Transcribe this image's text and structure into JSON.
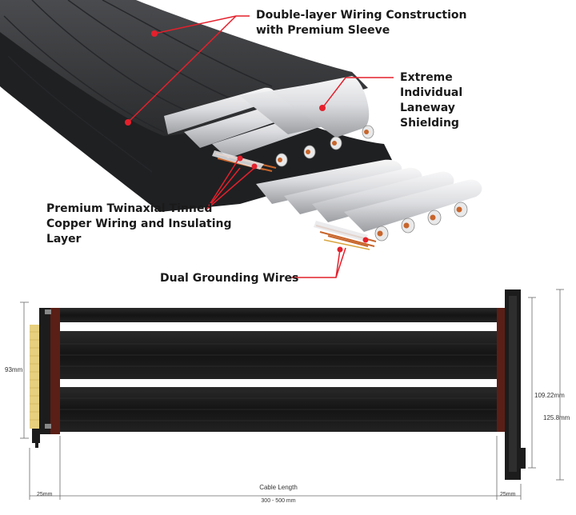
{
  "callouts": {
    "double_layer": [
      "Double-layer Wiring Construction",
      "with Premium Sleeve"
    ],
    "shielding": [
      "Extreme",
      "Individual",
      "Laneway",
      "Shielding"
    ],
    "twinaxial": [
      "Premium Twinaxial Tinned",
      "Copper Wiring and Insulating",
      "Layer"
    ],
    "grounding": [
      "Dual Grounding Wires"
    ]
  },
  "dimensions": {
    "left_height": "93mm",
    "right_inner_height": "109.22mm",
    "right_outer_height": "125.8mm",
    "left_width": "25mm",
    "right_width": "25mm",
    "cable_length_label": "Cable Length",
    "cable_length_range": "300 - 500 mm"
  },
  "colors": {
    "callout_red": "#e4202c",
    "sleeve": "#3a3b3d",
    "sleeve_dark": "#202123",
    "foil": "#d9dadc",
    "copper": "#c8652b",
    "gold_contacts": "#e6cf7e",
    "connector_red": "#5a1f16",
    "ribbon": "#171717"
  }
}
